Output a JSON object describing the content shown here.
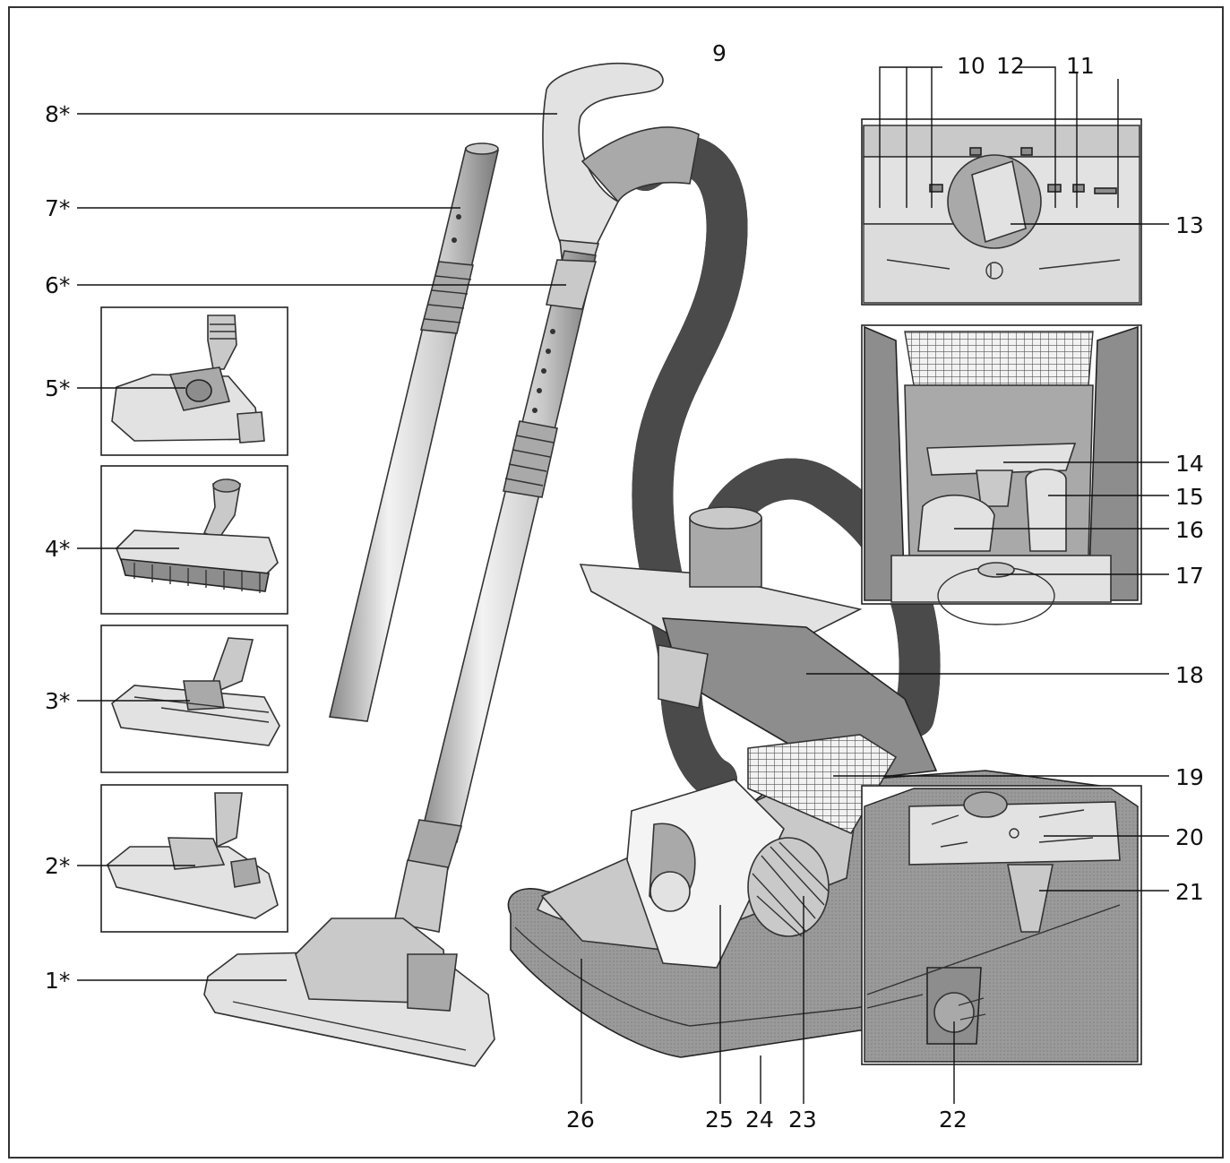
{
  "diagram": {
    "labels": [
      {
        "id": "1",
        "text": "1*"
      },
      {
        "id": "2",
        "text": "2*"
      },
      {
        "id": "3",
        "text": "3*"
      },
      {
        "id": "4",
        "text": "4*"
      },
      {
        "id": "5",
        "text": "5*"
      },
      {
        "id": "6",
        "text": "6*"
      },
      {
        "id": "7",
        "text": "7*"
      },
      {
        "id": "8",
        "text": "8*"
      },
      {
        "id": "9",
        "text": "9"
      },
      {
        "id": "10",
        "text": "10"
      },
      {
        "id": "11",
        "text": "11"
      },
      {
        "id": "12",
        "text": "12"
      },
      {
        "id": "13",
        "text": "13"
      },
      {
        "id": "14",
        "text": "14"
      },
      {
        "id": "15",
        "text": "15"
      },
      {
        "id": "16",
        "text": "16"
      },
      {
        "id": "17",
        "text": "17"
      },
      {
        "id": "18",
        "text": "18"
      },
      {
        "id": "19",
        "text": "19"
      },
      {
        "id": "20",
        "text": "20"
      },
      {
        "id": "21",
        "text": "21"
      },
      {
        "id": "22",
        "text": "22"
      },
      {
        "id": "23",
        "text": "23"
      },
      {
        "id": "24",
        "text": "24"
      },
      {
        "id": "25",
        "text": "25"
      },
      {
        "id": "26",
        "text": "26"
      }
    ]
  }
}
